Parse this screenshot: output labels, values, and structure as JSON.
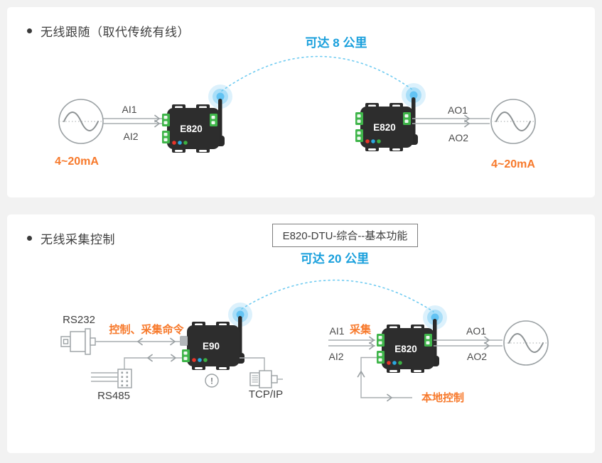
{
  "colors": {
    "page_background": "#f2f2f2",
    "panel_background": "#ffffff",
    "accent_orange": "#f7792b",
    "accent_blue": "#189fdc",
    "arc_blue": "#6fcbf1",
    "device_black": "#2d2d2d",
    "terminal_green": "#3fb54a",
    "led_red": "#e8352a",
    "led_blue": "#2ba9e0",
    "led_green": "#3cb043",
    "wire_gray": "#a9adb0",
    "text_dark": "#3f3f3f"
  },
  "icons": {
    "alert": "!",
    "bullet": "•"
  },
  "top": {
    "title": "无线跟随（取代传统有线）",
    "range": "可达 8 公里",
    "source_left": "4~20mA",
    "source_right": "4~20mA",
    "wire_ai1": "AI1",
    "wire_ai2": "AI2",
    "wire_ao1": "AO1",
    "wire_ao2": "AO2",
    "device_left": "E820",
    "device_right": "E820"
  },
  "bottom": {
    "title": "无线采集控制",
    "tag": "E820-DTU-综合--基本功能",
    "range": "可达 20 公里",
    "rs232": "RS232",
    "rs485": "RS485",
    "tcpip": "TCP/IP",
    "command": "控制、采集命令",
    "collect": "采集",
    "local_control": "本地控制",
    "wire_ai1": "AI1",
    "wire_ai2": "AI2",
    "wire_ao1": "AO1",
    "wire_ao2": "AO2",
    "device_left": "E90",
    "device_right": "E820"
  }
}
